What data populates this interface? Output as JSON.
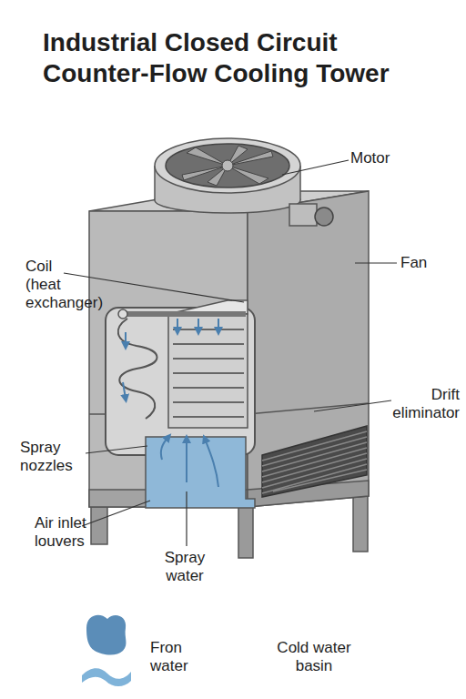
{
  "diagram": {
    "title": "Industrial Closed Circuit Counter-Flow Cooling Tower",
    "labels": [
      "Motor",
      "Fan",
      "Coil (heat exchanger)",
      "Drift eliminator",
      "Spray nozzles",
      "Air inlet louvers",
      "Spray water",
      "Fron water",
      "Cold water basin"
    ]
  }
}
